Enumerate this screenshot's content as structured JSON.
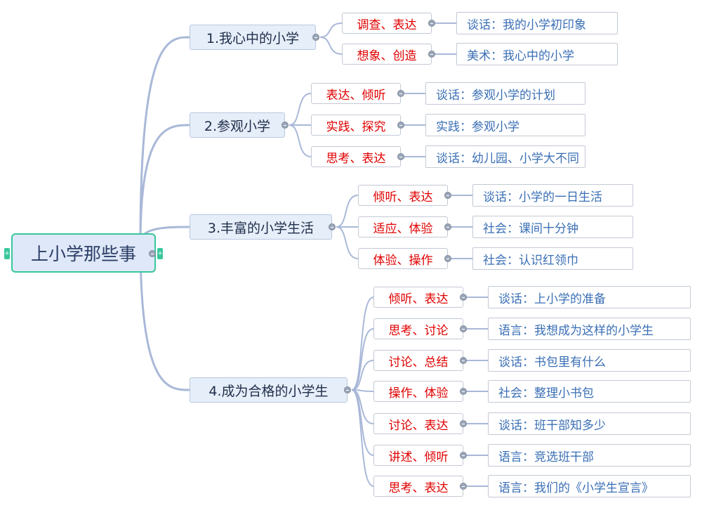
{
  "root": {
    "label": "上小学那些事"
  },
  "branches": [
    {
      "label": "1.我心中的小学",
      "children": [
        {
          "skill": "调查、表达",
          "topic": "谈话：我的小学初印象"
        },
        {
          "skill": "想象、创造",
          "topic": "美术：我心中的小学"
        }
      ]
    },
    {
      "label": "2.参观小学",
      "children": [
        {
          "skill": "表达、倾听",
          "topic": "谈话：参观小学的计划"
        },
        {
          "skill": "实践、探究",
          "topic": "实践：参观小学"
        },
        {
          "skill": "思考、表达",
          "topic": "谈话：幼儿园、小学大不同"
        }
      ]
    },
    {
      "label": "3.丰富的小学生活",
      "children": [
        {
          "skill": "倾听、表达",
          "topic": "谈话：小学的一日生活"
        },
        {
          "skill": "适应、体验",
          "topic": "社会：课间十分钟"
        },
        {
          "skill": "体验、操作",
          "topic": "社会：认识红领巾"
        }
      ]
    },
    {
      "label": "4.成为合格的小学生",
      "children": [
        {
          "skill": "倾听、表达",
          "topic": "谈话：上小学的准备"
        },
        {
          "skill": "思考、讨论",
          "topic": "语言：我想成为这样的小学生"
        },
        {
          "skill": "讨论、总结",
          "topic": "谈话：书包里有什么"
        },
        {
          "skill": "操作、体验",
          "topic": "社会：整理小书包"
        },
        {
          "skill": "讨论、表达",
          "topic": "谈话：班干部知多少"
        },
        {
          "skill": "讲述、倾听",
          "topic": "语言：竞选班干部"
        },
        {
          "skill": "思考、表达",
          "topic": "语言：我们的《小学生宣言》"
        }
      ]
    }
  ],
  "colors": {
    "link": "#a9b8d8",
    "skill_text": "#e00000",
    "topic_text": "#3a6fb5",
    "root_border": "#38c79a"
  },
  "icons": {
    "collapse": "minus-circle-icon",
    "expand": "plus-tab-icon"
  }
}
